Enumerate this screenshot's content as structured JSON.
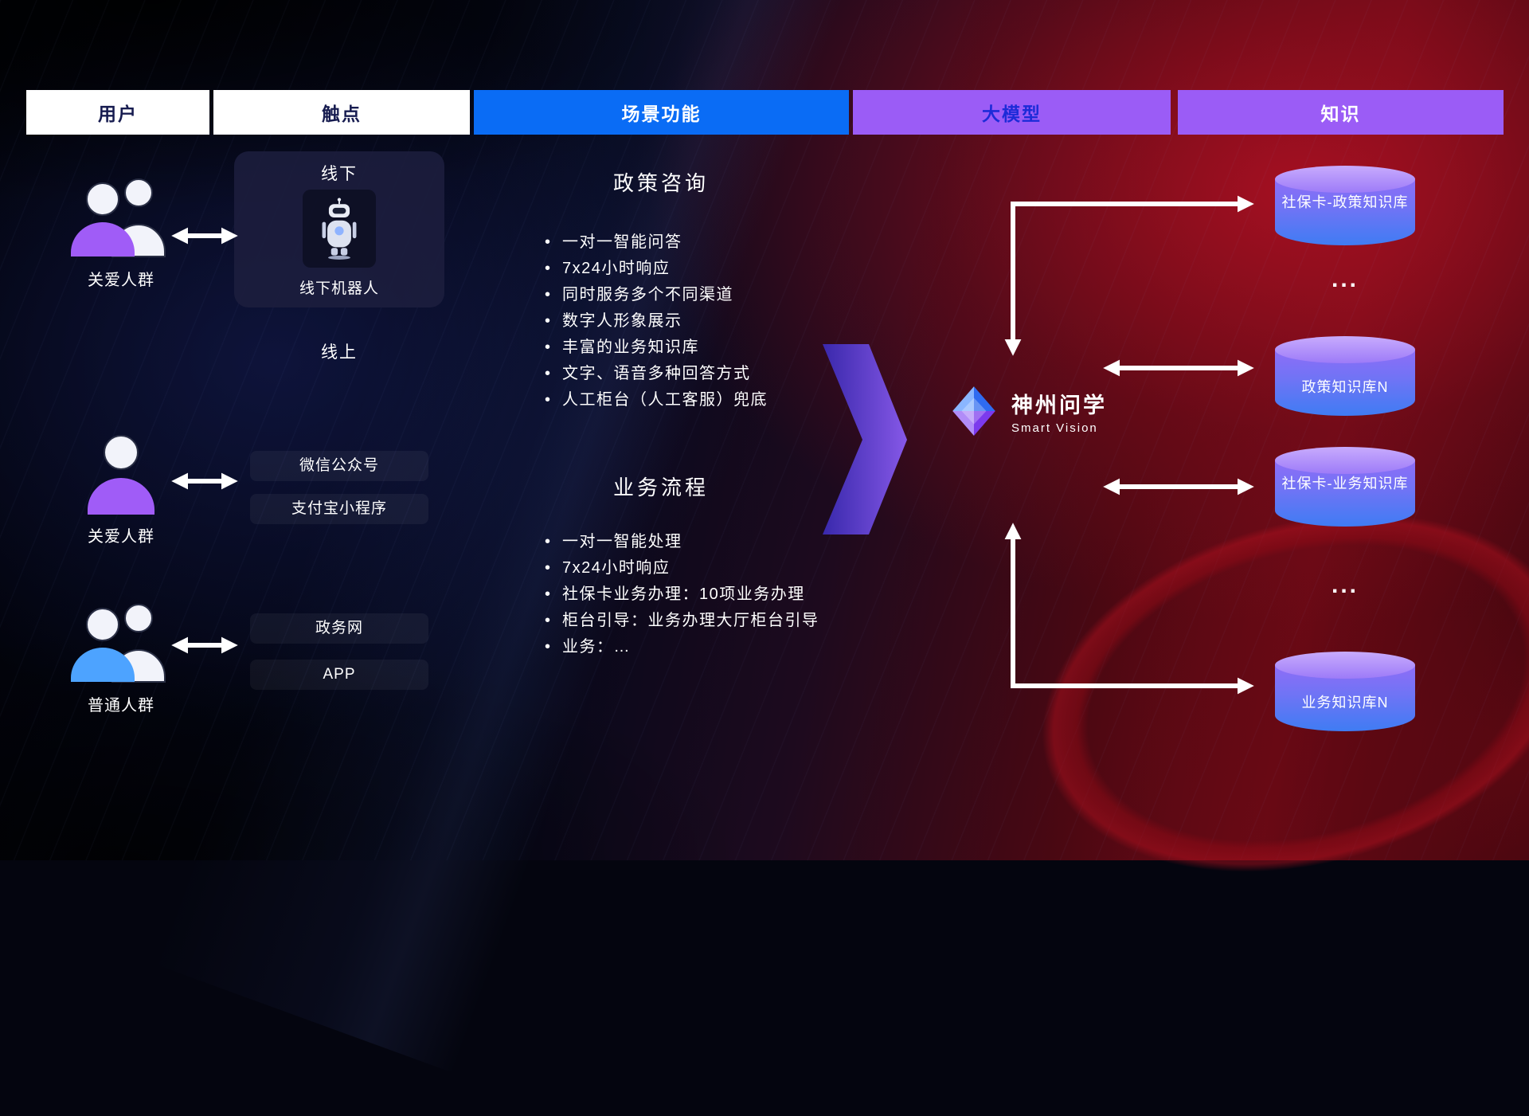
{
  "header": {
    "columns": [
      {
        "label": "用户"
      },
      {
        "label": "触点"
      },
      {
        "label": "场景功能"
      },
      {
        "label": "大模型"
      },
      {
        "label": "知识"
      }
    ]
  },
  "users": [
    {
      "label": "关爱人群"
    },
    {
      "label": "关爱人群"
    },
    {
      "label": "普通人群"
    }
  ],
  "touchpoints": {
    "offline_title": "线下",
    "offline_robot_label": "线下机器人",
    "online_title": "线上",
    "channels": [
      "微信公众号",
      "支付宝小程序",
      "政务网",
      "APP"
    ]
  },
  "scenarios": [
    {
      "title": "政策咨询",
      "items": [
        "一对一智能问答",
        "7x24小时响应",
        "同时服务多个不同渠道",
        "数字人形象展示",
        "丰富的业务知识库",
        "文字、语音多种回答方式",
        "人工柜台（人工客服）兜底"
      ]
    },
    {
      "title": "业务流程",
      "items": [
        "一对一智能处理",
        "7x24小时响应",
        "社保卡业务办理：10项业务办理",
        "柜台引导：业务办理大厅柜台引导",
        "业务：…"
      ]
    }
  ],
  "model": {
    "name": "神州问学",
    "subtitle": "Smart Vision"
  },
  "knowledge": {
    "databases": [
      {
        "label": "社保卡-政策知识库"
      },
      {
        "label": "政策知识库N"
      },
      {
        "label": "社保卡-业务知识库"
      },
      {
        "label": "业务知识库N"
      }
    ],
    "ellipsis": "..."
  },
  "colors": {
    "header_blue": "#0a6cf5",
    "header_purple": "#9b5cf6",
    "header_text_dark": "#171c50",
    "model_title_blue": "#1d2bd8",
    "user_purple": "#a05cf7",
    "user_blue": "#4da3ff",
    "big_arrow_purple": "#6a3df0",
    "cylinder_purple": "#8f6df7",
    "cylinder_blue": "#3f7cf3",
    "arrow_white": "#ffffff",
    "bg_navy": "#05081a",
    "bg_red": "#8f0d1a"
  }
}
